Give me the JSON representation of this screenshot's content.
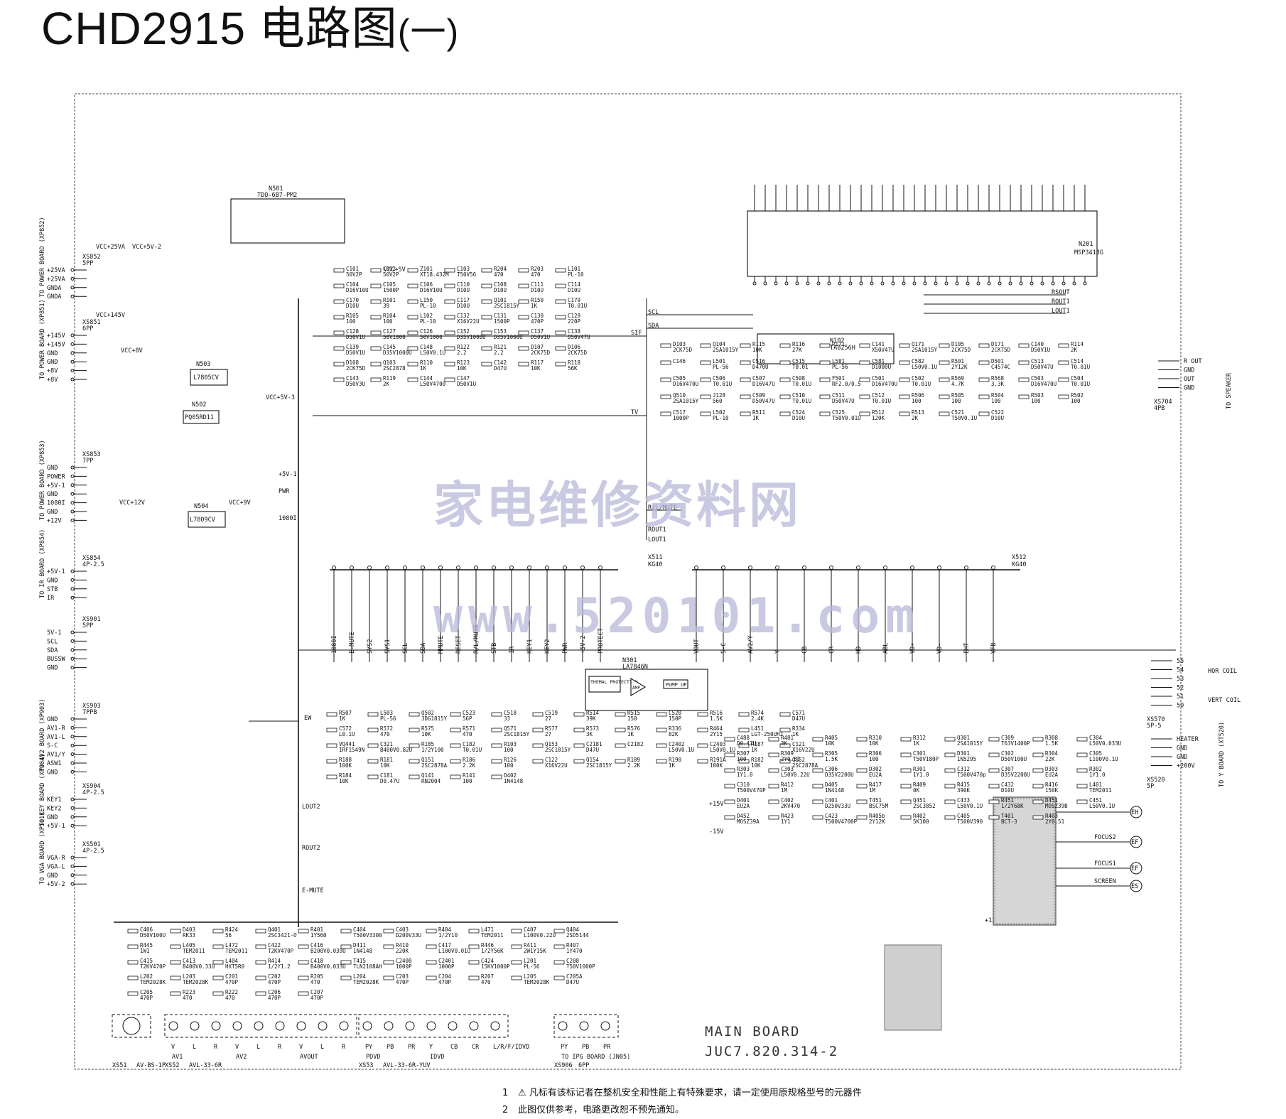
{
  "title": {
    "main": "CHD2915 电路图",
    "suffix": "(一)"
  },
  "board": {
    "line1": "MAIN BOARD",
    "line2": "JUC7.820.314-2"
  },
  "notes": [
    {
      "num": "1",
      "text": "⚠ 凡标有该标记者在整机安全和性能上有特殊要求，请一定使用原规格型号的元器件"
    },
    {
      "num": "2",
      "text": "此图仅供参考，电路更改恕不预先通知。"
    }
  ],
  "watermark": {
    "cn": "家电维修资料网",
    "url": "www.520101.com"
  },
  "ics": {
    "n501": {
      "ref": "N501",
      "part": "TDQ-6B7-PM2"
    },
    "n201": {
      "ref": "N201",
      "part": "MSP3413G"
    },
    "n102": {
      "ref": "N102",
      "part": "TA8256H"
    },
    "n301": {
      "ref": "N301",
      "part": "LA7846N"
    },
    "n503": {
      "ref": "N503",
      "part": "L7805CV"
    },
    "n504": {
      "ref": "N504",
      "part": "L7809CV"
    },
    "n502": {
      "ref": "N502",
      "part": "PQ05RD11"
    }
  },
  "n301_blocks": {
    "thermal": "THEMAL PROTECTION",
    "pump": "PUMP UP",
    "amp": "AMP"
  },
  "connectors": [
    {
      "ref": "XS852",
      "pins": "5PP",
      "side": "TO POWER BOARD (XP852)",
      "labels": [
        "+25VA",
        "+25VA",
        "GNDA",
        "GNDA"
      ]
    },
    {
      "ref": "XS851",
      "pins": "6PP",
      "side": "TO POWER BOARD (XP851)",
      "labels": [
        "+145V",
        "+145V",
        "GND",
        "GND",
        "+8V",
        "+8V"
      ]
    },
    {
      "ref": "XS853",
      "pins": "7PP",
      "side": "TO POWER BOARD (XP853)",
      "labels": [
        "GND",
        "POWER",
        "+5V-1",
        "GND",
        "1080I",
        "GND",
        "+12V"
      ]
    },
    {
      "ref": "XS854",
      "pins": "4P-2.5",
      "side": "TO IR BOARD (XP854)",
      "labels": [
        "+5V-1",
        "GND",
        "STB",
        "IR"
      ]
    },
    {
      "ref": "XS901",
      "pins": "5PP",
      "side": "",
      "labels": [
        "5V-1",
        "SCL",
        "SDA",
        "BUSSW",
        "GND"
      ]
    },
    {
      "ref": "XS903",
      "pins": "7PPB",
      "side": "TO AV2 BOARD (XP903)",
      "labels": [
        "GND",
        "AV1-R",
        "AV1-L",
        "S-C",
        "AV1/Y",
        "ASW1",
        "GND"
      ]
    },
    {
      "ref": "XS904",
      "pins": "4P-2.5",
      "side": "TO KEY BOARD (XP904)",
      "labels": [
        "KEY1",
        "KEY2",
        "GND",
        "+5V-1"
      ]
    },
    {
      "ref": "XS501",
      "pins": "4P-2.5",
      "side": "TO VGA BOARD (XP501)",
      "labels": [
        "VGA-R",
        "VGA-L",
        "GND",
        "+5V-2"
      ]
    }
  ],
  "right_connectors": [
    {
      "ref": "XS704",
      "pins": "4PB",
      "side": "TO SPEAKER",
      "labels": [
        "R OUT",
        "GND",
        "OUT",
        "GND"
      ]
    },
    {
      "ref": "XS570",
      "pins": "5P-5",
      "side": "",
      "labels": [
        "55",
        "54",
        "53",
        "52",
        "51",
        "50"
      ]
    },
    {
      "ref": "XS520",
      "pins": "5P",
      "side": "TO Y BOARD (XT520)",
      "labels": [
        "HEATER",
        "GND",
        "GND",
        "+200V"
      ]
    }
  ],
  "coil_labels": {
    "hor": "HOR COIL",
    "vert": "VERT COIL"
  },
  "fbt_outputs": [
    {
      "label": "",
      "code": "EH"
    },
    {
      "label": "FOCUS2",
      "code": "EF"
    },
    {
      "label": "FOCUS1",
      "code": "EF"
    },
    {
      "label": "SCREEN",
      "code": "ES"
    }
  ],
  "bus_x511": {
    "ref": "X511",
    "part": "KG40",
    "signals": [
      "1080I",
      "E-MUTE",
      "SYS2",
      "SYS1",
      "SCL",
      "SDA",
      "MMUTE",
      "RESET",
      "R/L/MUTE",
      "STB",
      "IR",
      "KEY1",
      "KEY2",
      "PWR",
      "+5V-2",
      "PROTECT"
    ]
  },
  "bus_x512": {
    "ref": "X512",
    "part": "KG40",
    "signals": [
      "VOUT",
      "S-C",
      "AV2/Y",
      "Y",
      "CB",
      "CR",
      "HD",
      "ABL",
      "VD+",
      "VD-",
      "EHT",
      "VFB"
    ]
  },
  "av_jacks": [
    {
      "ref": "XS51",
      "part": "AV-BS-1P",
      "pins": []
    },
    {
      "ref": "XS52",
      "part": "AVL-33-6R",
      "pins": [
        "V",
        "L",
        "R",
        "V",
        "L",
        "R",
        "V",
        "L",
        "R"
      ],
      "groups": [
        "AV1",
        "AV2",
        "AVOUT"
      ]
    },
    {
      "ref": "XS53",
      "part": "AVL-33-6R-YUV",
      "pins": [
        "PY",
        "PB",
        "PR",
        "Y",
        "CB",
        "CR",
        "L/R/F/IDVD"
      ],
      "groups": [
        "PDVD",
        "IDVD"
      ]
    },
    {
      "ref": "XS906",
      "part": "6PP",
      "pins": [
        "PY",
        "PB",
        "PR"
      ],
      "groups": [
        "TO IPG BOARD (JN05)"
      ]
    }
  ],
  "parts": [
    {
      "ref": "C101",
      "val": "50V2P"
    },
    {
      "ref": "C102",
      "val": "50V2P"
    },
    {
      "ref": "Z101",
      "val": "XT18.432M"
    },
    {
      "ref": "C103",
      "val": "T50V56"
    },
    {
      "ref": "R204",
      "val": "470"
    },
    {
      "ref": "R203",
      "val": "470"
    },
    {
      "ref": "L101",
      "val": "PL-10"
    },
    {
      "ref": "C104",
      "val": "D16V10U"
    },
    {
      "ref": "C105",
      "val": "1500P"
    },
    {
      "ref": "C106",
      "val": "D16V10U"
    },
    {
      "ref": "C110",
      "val": "D10U"
    },
    {
      "ref": "C108",
      "val": "D10U"
    },
    {
      "ref": "C111",
      "val": "D10U"
    },
    {
      "ref": "C114",
      "val": "D10U"
    },
    {
      "ref": "C170",
      "val": "D10U"
    },
    {
      "ref": "R101",
      "val": "39"
    },
    {
      "ref": "L150",
      "val": "PL-10"
    },
    {
      "ref": "C117",
      "val": "D10U"
    },
    {
      "ref": "Q101",
      "val": "2SC1815Y"
    },
    {
      "ref": "R150",
      "val": "1K"
    },
    {
      "ref": "C179",
      "val": "T0.01U"
    },
    {
      "ref": "R105",
      "val": "100"
    },
    {
      "ref": "R104",
      "val": "100"
    },
    {
      "ref": "L102",
      "val": "PL-10"
    },
    {
      "ref": "C132",
      "val": "X16V22U"
    },
    {
      "ref": "C131",
      "val": "1500P"
    },
    {
      "ref": "C130",
      "val": "470P"
    },
    {
      "ref": "C129",
      "val": "220P"
    },
    {
      "ref": "C128",
      "val": "D50V1U"
    },
    {
      "ref": "C127",
      "val": "50V1000"
    },
    {
      "ref": "C126",
      "val": "50V1000"
    },
    {
      "ref": "C152",
      "val": "D35V1000U"
    },
    {
      "ref": "C153",
      "val": "D35V1000U"
    },
    {
      "ref": "C137",
      "val": "D50V1U"
    },
    {
      "ref": "C138",
      "val": "D50V47U"
    },
    {
      "ref": "C139",
      "val": "D50V1U"
    },
    {
      "ref": "C145",
      "val": "D35V1000U"
    },
    {
      "ref": "C148",
      "val": "L50V0.1U"
    },
    {
      "ref": "R122",
      "val": "2.2"
    },
    {
      "ref": "R121",
      "val": "2.2"
    },
    {
      "ref": "D107",
      "val": "2CK75D"
    },
    {
      "ref": "D106",
      "val": "2CK75D"
    },
    {
      "ref": "D108",
      "val": "2CK75D"
    },
    {
      "ref": "Q103",
      "val": "2SC2878"
    },
    {
      "ref": "R110",
      "val": "1K"
    },
    {
      "ref": "R123",
      "val": "10K"
    },
    {
      "ref": "C142",
      "val": "D47U"
    },
    {
      "ref": "R117",
      "val": "10K"
    },
    {
      "ref": "R118",
      "val": "56K"
    },
    {
      "ref": "C143",
      "val": "D50V3U"
    },
    {
      "ref": "R119",
      "val": "2K"
    },
    {
      "ref": "C144",
      "val": "L50V4700"
    },
    {
      "ref": "C147",
      "val": "D50V1U"
    },
    {
      "ref": "D103",
      "val": "2CK75D"
    },
    {
      "ref": "Q104",
      "val": "2SA1015Y"
    },
    {
      "ref": "R115",
      "val": "10K"
    },
    {
      "ref": "R116",
      "val": "27K"
    },
    {
      "ref": "R171",
      "val": ""
    },
    {
      "ref": "C141",
      "val": "X50V47U"
    },
    {
      "ref": "Q171",
      "val": "2SA1015Y"
    },
    {
      "ref": "D105",
      "val": "2CK75D"
    },
    {
      "ref": "D171",
      "val": "2CK75D"
    },
    {
      "ref": "C140",
      "val": "D50V1U"
    },
    {
      "ref": "R114",
      "val": "2K"
    },
    {
      "ref": "C146",
      "val": ""
    },
    {
      "ref": "L501",
      "val": "PL-56"
    },
    {
      "ref": "C516",
      "val": "D470U"
    },
    {
      "ref": "C515",
      "val": "T0.01"
    },
    {
      "ref": "L581",
      "val": "PL-56"
    },
    {
      "ref": "C581",
      "val": "D1000U"
    },
    {
      "ref": "C582",
      "val": "L50V0.1U"
    },
    {
      "ref": "R501",
      "val": "2Y12K"
    },
    {
      "ref": "D501",
      "val": "C4574C"
    },
    {
      "ref": "C513",
      "val": "D50V47U"
    },
    {
      "ref": "C514",
      "val": "T0.01U"
    },
    {
      "ref": "C505",
      "val": "D16V470U"
    },
    {
      "ref": "C506",
      "val": "T0.01U"
    },
    {
      "ref": "C507",
      "val": "D16V47U"
    },
    {
      "ref": "C508",
      "val": "T0.01U"
    },
    {
      "ref": "F501",
      "val": "RF2.0/0.5"
    },
    {
      "ref": "C501",
      "val": "D16V470U"
    },
    {
      "ref": "C502",
      "val": "T0.01U"
    },
    {
      "ref": "R569",
      "val": "4.7K"
    },
    {
      "ref": "R568",
      "val": "3.3K"
    },
    {
      "ref": "C503",
      "val": "D16V470U"
    },
    {
      "ref": "C504",
      "val": "T0.01U"
    },
    {
      "ref": "Q510",
      "val": "2SA1015Y"
    },
    {
      "ref": "J128",
      "val": "560"
    },
    {
      "ref": "C509",
      "val": "D50V47U"
    },
    {
      "ref": "C510",
      "val": "T0.01U"
    },
    {
      "ref": "C511",
      "val": "D50V47U"
    },
    {
      "ref": "C512",
      "val": "T0.01U"
    },
    {
      "ref": "R506",
      "val": "100"
    },
    {
      "ref": "R505",
      "val": "100"
    },
    {
      "ref": "R504",
      "val": "100"
    },
    {
      "ref": "R503",
      "val": "100"
    },
    {
      "ref": "R502",
      "val": "100"
    },
    {
      "ref": "C517",
      "val": "1000P"
    },
    {
      "ref": "L502",
      "val": "PL-10"
    },
    {
      "ref": "R511",
      "val": "1K"
    },
    {
      "ref": "C524",
      "val": "D10U"
    },
    {
      "ref": "C525",
      "val": "T50V0.01U"
    },
    {
      "ref": "R512",
      "val": "120K"
    },
    {
      "ref": "R513",
      "val": "2K"
    },
    {
      "ref": "C521",
      "val": "T50V0.1U"
    },
    {
      "ref": "C522",
      "val": "D10U"
    },
    {
      "ref": "R507",
      "val": "1K"
    },
    {
      "ref": "L503",
      "val": "PL-56"
    },
    {
      "ref": "Q502",
      "val": "3DG1815Y"
    },
    {
      "ref": "C523",
      "val": "56P"
    },
    {
      "ref": "C518",
      "val": "33"
    },
    {
      "ref": "C519",
      "val": "27"
    },
    {
      "ref": "R514",
      "val": "39K"
    },
    {
      "ref": "R515",
      "val": "150"
    },
    {
      "ref": "C520",
      "val": "150P"
    },
    {
      "ref": "R516",
      "val": "1.5K"
    },
    {
      "ref": "R574",
      "val": "2.4K"
    },
    {
      "ref": "C571",
      "val": "D47U"
    },
    {
      "ref": "C572",
      "val": "L0.1U"
    },
    {
      "ref": "R572",
      "val": "470"
    },
    {
      "ref": "R575",
      "val": "10K"
    },
    {
      "ref": "R571",
      "val": "470"
    },
    {
      "ref": "Q571",
      "val": "2SC1815Y"
    },
    {
      "ref": "R577",
      "val": "27"
    },
    {
      "ref": "R573",
      "val": "3K"
    },
    {
      "ref": "R576",
      "val": "1K"
    },
    {
      "ref": "R336",
      "val": "82K"
    },
    {
      "ref": "R464",
      "val": "2Y15"
    },
    {
      "ref": "L451",
      "val": "LGT-250UHJ"
    },
    {
      "ref": "R334",
      "val": "1K"
    },
    {
      "ref": "VQ441",
      "val": "IRF1549N"
    },
    {
      "ref": "C321",
      "val": "B400V0.82U"
    },
    {
      "ref": "R185",
      "val": "1/2Y100"
    },
    {
      "ref": "C182",
      "val": "T0.01U"
    },
    {
      "ref": "R103",
      "val": "100"
    },
    {
      "ref": "Q153",
      "val": "2SC1815Y"
    },
    {
      "ref": "C2181",
      "val": "D47U"
    },
    {
      "ref": "C2182",
      "val": ""
    },
    {
      "ref": "C2402",
      "val": "L50V0.1U"
    },
    {
      "ref": "C2403",
      "val": "L50V0.1U"
    },
    {
      "ref": "R187",
      "val": "1K"
    },
    {
      "ref": "C121",
      "val": "X16V22U"
    },
    {
      "ref": "R188",
      "val": "100K"
    },
    {
      "ref": "R181",
      "val": "10K"
    },
    {
      "ref": "Q151",
      "val": "2SC2878A"
    },
    {
      "ref": "R186",
      "val": "2.2K"
    },
    {
      "ref": "R126",
      "val": "100"
    },
    {
      "ref": "C122",
      "val": "X16V22U"
    },
    {
      "ref": "Q154",
      "val": "2SC1815Y"
    },
    {
      "ref": "R189",
      "val": "2.2K"
    },
    {
      "ref": "R190",
      "val": "1K"
    },
    {
      "ref": "R191A",
      "val": "100K"
    },
    {
      "ref": "R182",
      "val": "10K"
    },
    {
      "ref": "Q152",
      "val": "2SC2878A"
    },
    {
      "ref": "R184",
      "val": "10K"
    },
    {
      "ref": "C181",
      "val": "D0.47U"
    },
    {
      "ref": "Q141",
      "val": "RN2004"
    },
    {
      "ref": "R141",
      "val": "100"
    },
    {
      "ref": "D402",
      "val": "1N4148"
    },
    {
      "ref": "C488",
      "val": "D0.47U"
    },
    {
      "ref": "R481",
      "val": "3K"
    },
    {
      "ref": "R405",
      "val": "10K"
    },
    {
      "ref": "R310",
      "val": "10K"
    },
    {
      "ref": "R312",
      "val": "1K"
    },
    {
      "ref": "Q301",
      "val": "2SA1015Y"
    },
    {
      "ref": "C309",
      "val": "T63V1400P"
    },
    {
      "ref": "R308",
      "val": "1.5K"
    },
    {
      "ref": "C304",
      "val": "L50V0.033U"
    },
    {
      "ref": "R307",
      "val": "100"
    },
    {
      "ref": "R309",
      "val": "2Y0.51"
    },
    {
      "ref": "R305",
      "val": "1.5K"
    },
    {
      "ref": "R306",
      "val": "100"
    },
    {
      "ref": "C301",
      "val": "T50V180P"
    },
    {
      "ref": "D301",
      "val": "1N5295"
    },
    {
      "ref": "C302",
      "val": "D50V100U"
    },
    {
      "ref": "R304",
      "val": "22K"
    },
    {
      "ref": "C305",
      "val": "L100V0.1U"
    },
    {
      "ref": "R303",
      "val": "1Y1.0"
    },
    {
      "ref": "C303",
      "val": "L50V0.22U"
    },
    {
      "ref": "C306",
      "val": "D35V2200U"
    },
    {
      "ref": "D302",
      "val": "EU2A"
    },
    {
      "ref": "R301",
      "val": "1Y1.0"
    },
    {
      "ref": "C312",
      "val": "T500V470p"
    },
    {
      "ref": "C307",
      "val": "D35V2200U"
    },
    {
      "ref": "D303",
      "val": "EU2A"
    },
    {
      "ref": "R302",
      "val": "1Y1.0"
    },
    {
      "ref": "C310",
      "val": "T500V470P"
    },
    {
      "ref": "R412",
      "val": "1M"
    },
    {
      "ref": "D405",
      "val": "1N4148"
    },
    {
      "ref": "R417",
      "val": "1M"
    },
    {
      "ref": "R409",
      "val": "0K"
    },
    {
      "ref": "R415",
      "val": "390K"
    },
    {
      "ref": "C432",
      "val": "D10U"
    },
    {
      "ref": "R416",
      "val": "150K"
    },
    {
      "ref": "L401",
      "val": "TEM2011"
    },
    {
      "ref": "D401",
      "val": "EU2A"
    },
    {
      "ref": "C402",
      "val": "2KV470"
    },
    {
      "ref": "C401",
      "val": "D250V33U"
    },
    {
      "ref": "T451",
      "val": "BSC75M"
    },
    {
      "ref": "Q451",
      "val": "2SC3852"
    },
    {
      "ref": "C433",
      "val": "L50V0.1U"
    },
    {
      "ref": "R451",
      "val": "1/2Y68K"
    },
    {
      "ref": "D451",
      "val": "MOSZ39B"
    },
    {
      "ref": "C451",
      "val": "L50V0.1U"
    },
    {
      "ref": "D452",
      "val": "MOSZ39A"
    },
    {
      "ref": "R423",
      "val": "1Y1"
    },
    {
      "ref": "C423",
      "val": "T500V4700P"
    },
    {
      "ref": "R405b",
      "val": "2Y12K"
    },
    {
      "ref": "R402",
      "val": "5K100"
    },
    {
      "ref": "C405",
      "val": "T500V390"
    },
    {
      "ref": "T401",
      "val": "BCT-3"
    },
    {
      "ref": "R403",
      "val": "2Y0.51"
    },
    {
      "ref": "C406",
      "val": "D50V100U"
    },
    {
      "ref": "D403",
      "val": "RK33"
    },
    {
      "ref": "R424",
      "val": "56"
    },
    {
      "ref": "Q401",
      "val": "2SC3421-O"
    },
    {
      "ref": "R401",
      "val": "1Y560"
    },
    {
      "ref": "C404",
      "val": "T500V3300"
    },
    {
      "ref": "C403",
      "val": "D200V33U"
    },
    {
      "ref": "R404",
      "val": "1/2Y10"
    },
    {
      "ref": "L471",
      "val": "TEM2011"
    },
    {
      "ref": "C407",
      "val": "L100V0.22U"
    },
    {
      "ref": "Q404",
      "val": "2SD5144"
    },
    {
      "ref": "R445",
      "val": "1W1"
    },
    {
      "ref": "L405",
      "val": "TEM2011"
    },
    {
      "ref": "L472",
      "val": "TEM2011"
    },
    {
      "ref": "C422",
      "val": "T2KV470P"
    },
    {
      "ref": "C416",
      "val": "B200V0.039U"
    },
    {
      "ref": "D411",
      "val": "1N4148"
    },
    {
      "ref": "R410",
      "val": "220K"
    },
    {
      "ref": "C417",
      "val": "L100V0.01U"
    },
    {
      "ref": "R446",
      "val": "1/2Y56K"
    },
    {
      "ref": "R411",
      "val": "2W1Y15K"
    },
    {
      "ref": "R407",
      "val": "1Y470"
    },
    {
      "ref": "C415",
      "val": "T2KV470P"
    },
    {
      "ref": "C413",
      "val": "B400V0.33U"
    },
    {
      "ref": "L404",
      "val": "HXT5R0"
    },
    {
      "ref": "R414",
      "val": "1/2Y1.2"
    },
    {
      "ref": "C418",
      "val": "B400V0.033U"
    },
    {
      "ref": "T415",
      "val": "TLN2108AH"
    },
    {
      "ref": "C2400",
      "val": "1000P"
    },
    {
      "ref": "C2401",
      "val": "1000P"
    },
    {
      "ref": "C424",
      "val": "15KV1000P"
    },
    {
      "ref": "L201",
      "val": "PL-56"
    },
    {
      "ref": "C208",
      "val": "T50V1000P"
    },
    {
      "ref": "L202",
      "val": "TEM2028K"
    },
    {
      "ref": "L203",
      "val": "TEM2028K"
    },
    {
      "ref": "C201",
      "val": "470P"
    },
    {
      "ref": "C202",
      "val": "470P"
    },
    {
      "ref": "R205",
      "val": "470"
    },
    {
      "ref": "L204",
      "val": "TEM2028K"
    },
    {
      "ref": "C203",
      "val": "470P"
    },
    {
      "ref": "C204",
      "val": "470P"
    },
    {
      "ref": "R207",
      "val": "470"
    },
    {
      "ref": "L205",
      "val": "TEM2028K"
    },
    {
      "ref": "C205A",
      "val": "D47U"
    },
    {
      "ref": "C205",
      "val": "470P"
    },
    {
      "ref": "R223",
      "val": "470"
    },
    {
      "ref": "R222",
      "val": "470"
    },
    {
      "ref": "C206",
      "val": "470P"
    },
    {
      "ref": "C207",
      "val": "470P"
    }
  ],
  "signals": {
    "scl": "SCL",
    "sda": "SDA",
    "sif": "SIF",
    "tv": "TV",
    "ew": "EW",
    "lout2": "LOUT2",
    "rout2": "ROUT2",
    "emute": "E-MUTE",
    "rout1": "ROUT1",
    "lout1": "LOUT1",
    "rsout": "RSOUT",
    "rlmute": "R/L/MUTE",
    "pwr": "PWR",
    "v1080": "1080I",
    "p5v1": "+5V-1",
    "p15v": "+15V",
    "m15v": "-15V",
    "vcc25va": "VCC+25VA",
    "vcc5v2": "VCC+5V-2",
    "vcc145v": "VCC+145V",
    "vcc8v": "VCC+8V",
    "vcc5v3": "VCC+5V-3",
    "vcc12v": "VCC+12V",
    "vcc9v": "VCC+9V",
    "vcc5v": "VCC+5V",
    "p12v": "+12V"
  }
}
